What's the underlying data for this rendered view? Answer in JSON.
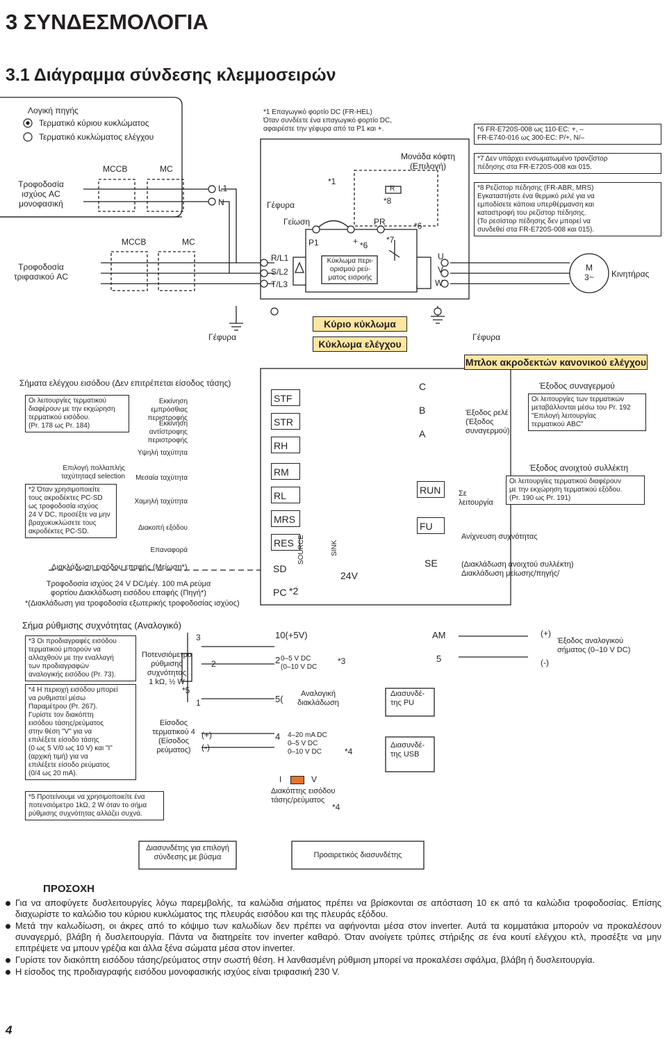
{
  "header": {
    "chapter": "3 ΣΥΝΔΕΣΜΟΛΟΓΙΑ",
    "section": "3.1 Διάγραμμα σύνδεσης κλεμμοσειρών"
  },
  "legend": {
    "title": "Λογική πηγής",
    "main_terminal": "Τερματικό κύριου κυκλώματος",
    "control_terminal": "Τερματικό κυκλώματος ελέγχου"
  },
  "notes": {
    "n1": "*1  Επαγωγικό φορτίο DC (FR-HEL)\nΌταν συνδέετε ένα επαγωγικό φορτίο DC,\nαφαιρέστε την γέφυρα από τα P1 και +.",
    "n6": "*6  FR-E720S-008 ως 110-EC: +, –\n     FR-E740-016 ως 300-EC: P/+, N/–",
    "n7": "*7  Δεν υπάρχει ενσωματωμένο τρανζίστορ\n     πέδησης στα FR-E720S-008 και 015.",
    "n8": "*8  Ρεζίστορ πέδησης (FR-ABR, MRS)\n     Εγκαταστήστε ένα θερμικό ρελέ για να\n     εμποδίσετε κάποια υπερθέρμανση και\n     καταστροφή του ρεζίστορ πέδησης.\n     (Το ρεσίστορ πέδησης δεν μπορεί να\n     συνδεθεί στα FR-E720S-008 και 015).",
    "n2": "*2  Όταν χρησιμοποιείτε\n     τους ακροδέκτες PC-SD\n     ως τροφοδοσία ισχύος\n     24 V DC, προσέξτε να μην\n     βραχυκυκλώσετε τους\n     ακροδέκτες PC-SD.",
    "n3": "*3  Οι προδιαγραφές εισόδου\n     τερματικού μπορούν να\n     αλλαχθούν με την εναλλαγή\n     των προδιαγραφών\n     αναλογικής εισόδου (Pr. 73).",
    "n4": "*4  Η περιοχή εισόδου μπορεί\n     να ρυθμιστεί μέσω\n     Παραμέτρου (Pr. 267).\n     Γυρίστε τον διακόπτη\n     εισόδου τάσης/ρεύματος\n     στην θέση \"V\" για να\n     επιλέξετε είσοδο τάσης\n     (0 ως 5 V/0 ως 10 V) και \"I\"\n     (αρχική τιμή) για να\n     επιλέξετε είσοδο ρεύματος\n     (0/4 ως 20 mA).",
    "n5": "*5  Προτείνουμε να χρησιμοποιείτε ένα\n     ποτενσιόμετρο 1kΩ, 2 W όταν το σήμα\n     ρύθμισης συχνότητας αλλάζει συχνά.",
    "multi_func": "Οι λειτουργίες τερματικού\nδιαφέρουν με την εκχώρηση\nτερματικού εισόδου.\n(Pr. 178 ως Pr. 184)",
    "alarm_func": "Οι λειτουργίες των τερματικών\nμεταβάλλονται μέσω του Pr. 192\n\"Επιλογή λειτουργίας\nτερματικού ABC\"",
    "oc_func": "Οι λειτουργίες τερματικού διαφέρουν\nμε την εκχώρηση τερματικού εξόδου.\n(Pr. 190 ως Pr. 191)"
  },
  "power": {
    "single_phase": "Τροφοδοσία\nισχύος AC\nμονοφασική",
    "three_phase": "Τροφοδοσία\nτριφασικού AC",
    "mccb": "MCCB",
    "mc": "MC",
    "l1": "L1",
    "n": "N",
    "r": "R/L1",
    "s": "S/L2",
    "t": "T/L3",
    "jumper": "Γέφυρα",
    "earth": "Γείωση",
    "p1": "P1",
    "plus": "+",
    "pr": "PR",
    "r_label": "R",
    "star1": "*1",
    "star6": "*6",
    "star7": "*7",
    "star8": "*8",
    "star6b": "*6",
    "brake_unit": "Μονάδα κόφτη\n(Επιλογή)",
    "inrush": "Κύκλωμα περι-\nορισμού ρεύ-\nματος εισροής",
    "u": "U",
    "v": "V",
    "w": "W",
    "motor": "M\n3~",
    "motor_label": "Κινητήρας",
    "jumper_left": "Γέφυρα",
    "jumper_right": "Γέφυρα"
  },
  "banners": {
    "main": "Κύριο κύκλωμα",
    "control": "Κύκλωμα ελέγχου",
    "standard": "Μπλοκ ακροδεκτών κανονικού ελέγχου"
  },
  "inputs": {
    "title": "Σήματα ελέγχου εισόδου (Δεν επιτρέπεται είσοδος τάσης)",
    "fwd": "Εκκίνηση εμπρόσθιας\nπεριστροφής",
    "rev": "Εκκίνηση\nαντίστροφης\nπεριστροφής",
    "high": "Υψηλή ταχύτητα",
    "multi": "Επιλογή πολλαπλής\nταχύτηταςd selection",
    "mid": "Μεσαία ταχύτητα",
    "low": "Χαμηλή ταχύτητα",
    "mrs": "Διακοπή εξόδου",
    "reset": "Επαναφορά",
    "common": "Διακλάδωση εισόδου επαφής (Μείωση*)",
    "pc_text": "Τροφοδοσία ισχύος 24 V DC/μέγ. 100 mA ρεύμα\nφορτίου Διακλάδωση εισόδου επαφής (Πηγή*)",
    "pc_note": "*(Διακλάδωση για τροφοδοσία εξωτερικής τροφοδοσίας ισχύος)",
    "terminals": [
      "STF",
      "STR",
      "RH",
      "RM",
      "RL",
      "MRS",
      "RES",
      "SD",
      "PC"
    ],
    "pc_star": "*2",
    "source": "SOURCE",
    "sink": "SINK",
    "v24": "24V"
  },
  "outputs": {
    "alarm_title": "Έξοδος συναγερμού",
    "relay": "Έξοδος ρελέ\n(Έξοδος\nσυναγερμού)",
    "c": "C",
    "b": "B",
    "a": "A",
    "oc_title": "Έξοδος ανοιχτού συλλέκτη",
    "run": "RUN",
    "fu": "FU",
    "se": "SE",
    "running": "Σε\nλειτουργία",
    "freq_detect": "Ανίχνευση συχνότητας",
    "oc_common": "(Διακλάδωση ανοιχτού συλλέκτη)\nΔιακλάδωση μείωσης/πηγής/"
  },
  "analog": {
    "title": "Σήμα ρύθμισης συχνότητας (Αναλογικό)",
    "pot": "Ποτενσιόμετρο\nρύθμισης\nσυχνότητας\n1 kΩ, ½ W",
    "p3": "3",
    "p2": "2",
    "p1": "1",
    "star5": "*5",
    "t10": "10(+5V)",
    "t2": "2",
    "t2_range": "0–5 V DC\n(0–10 V DC",
    "star3": "*3",
    "t5": "5(",
    "analog_common": "Αναλογική\nδιακλάδωση",
    "t4": "4",
    "t4_range": "4–20 mA DC\n0–5 V DC\n0–10 V DC",
    "star4": "*4",
    "in4": "Είσοδος\nτερματικού 4\n(Είσοδος\nρεύματος)",
    "plus": "(+)",
    "minus": "(-)",
    "sw_i": "I",
    "sw_v": "V",
    "sw_label": "Διακόπτης εισόδου\nτάσης/ρεύματος",
    "sw_star": "*4",
    "am": "AM",
    "am5": "5",
    "am_plus": "(+)",
    "am_minus": "(-)",
    "am_label": "Έξοδος αναλογικού\nσήματος (0–10 V DC)",
    "pu": "Διασυνδέ-\nτης PU",
    "usb": "Διασυνδέ-\nτης USB"
  },
  "bottom": {
    "plug": "Διασυνδέτης για επιλογή\nσύνδεσης με βύσμα",
    "option": "Προαιρετικός διασυνδέτης"
  },
  "caution": {
    "title": "ΠΡΟΣΟΧΗ",
    "items": [
      "Για να αποφύγετε δυσλειτουργίες λόγω παρεμβολής, τα καλώδια σήματος πρέπει να βρίσκονται σε απόσταση 10 εκ από τα καλώδια τροφοδοσίας. Επίσης διαχωρίστε το καλώδιο του κύριου κυκλώματος της πλευράς εισόδου και της πλευράς εξόδου.",
      "Μετά την καλωδίωση, οι άκρες από το κόψιμο των καλωδίων δεν πρέπει να αφήνονται μέσα στον inverter. Αυτά τα κομματάκια μπορούν να προκαλέσουν συναγερμό, βλάβη ή δυσλειτουργία. Πάντα να διατηρείτε τον inverter καθαρό. Όταν ανοίγετε τρύπες στήριξης σε ένα κουτί ελέγχου κτλ, προσέξτε να μην επιτρέψετε να μπουν γρέζια και άλλα ξένα σώματα μέσα στον inverter.",
      "Γυρίστε τον διακόπτη εισόδου τάσης/ρεύματος στην σωστή θέση. Η λανθασμένη ρύθμιση μπορεί να προκαλέσει σφάλμα, βλάβη ή δυσλειτουργία.",
      "Η είσοδος της προδιαγραφής εισόδου μονοφασικής ισχύος είναι τριφασική 230 V."
    ]
  },
  "page_number": "4"
}
